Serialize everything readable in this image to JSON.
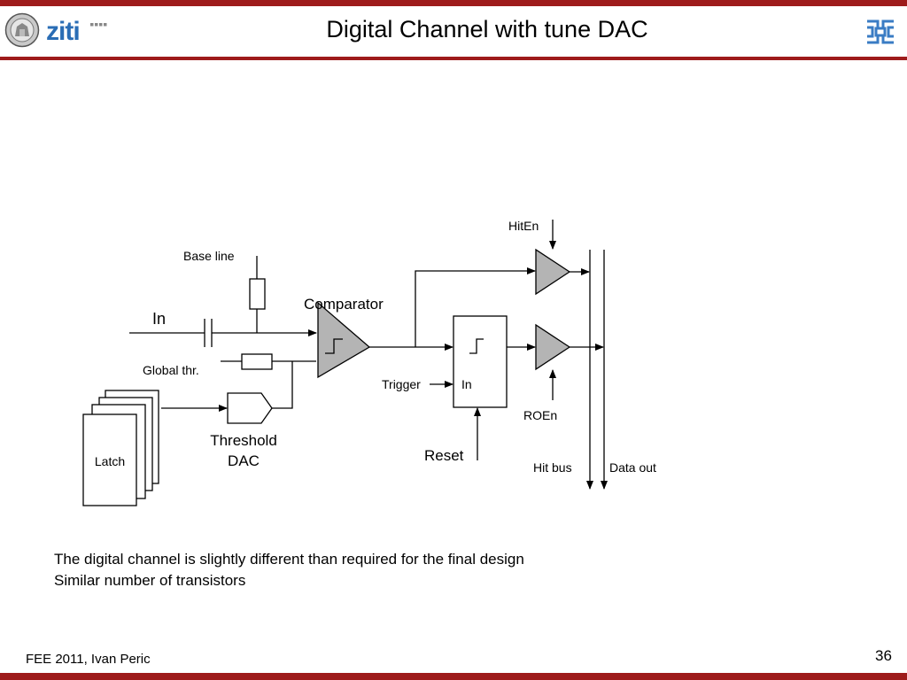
{
  "header": {
    "title": "Digital Channel with tune DAC",
    "logo_text": "ziti",
    "colors": {
      "brand": "#9e1b1b",
      "logo_blue": "#2a6db5",
      "triangle_fill": "#b4b4b4"
    }
  },
  "diagram": {
    "labels": {
      "hiten": "HitEn",
      "base_line": "Base line",
      "comparator": "Comparator",
      "in": "In",
      "global_thr": "Global thr.",
      "trigger": "Trigger",
      "latch_in": "In",
      "roen": "ROEn",
      "threshold": "Threshold",
      "dac": "DAC",
      "reset": "Reset",
      "latch": "Latch",
      "hit_bus": "Hit bus",
      "data_out": "Data out"
    }
  },
  "notes": [
    "The digital channel is slightly different than required for the final design",
    "Similar number of transistors"
  ],
  "footer": {
    "left": "FEE 2011, Ivan Peric",
    "page": "36"
  }
}
